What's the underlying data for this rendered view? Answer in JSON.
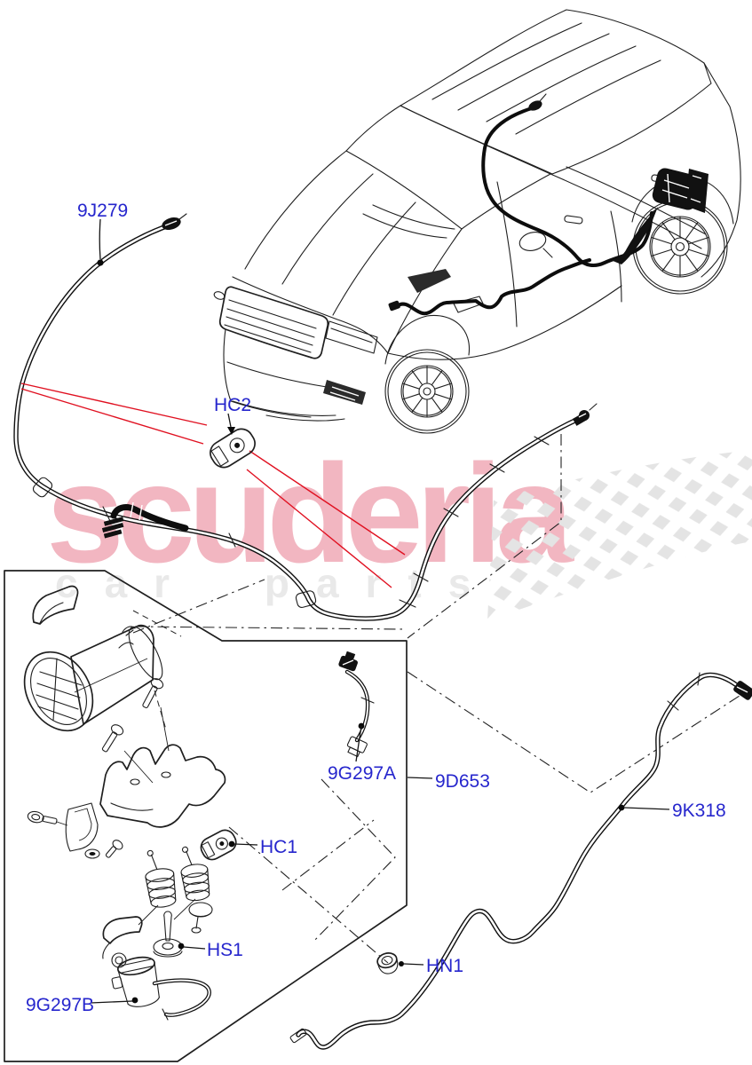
{
  "watermark": {
    "brand": "scuderia",
    "tagline": "car parts"
  },
  "part_labels": {
    "filler_pipe": "9J279",
    "clip_upper": "HC2",
    "vent_hose": "9G297A",
    "canister_assembly": "9D653",
    "vent_pipe": "9K318",
    "clip_lower": "HC1",
    "spigot": "HS1",
    "nut": "HN1",
    "separator": "9G297B"
  },
  "colors": {
    "label_blue": "#2626cd",
    "leader_red": "#e01020",
    "watermark_pink": "#f2b6c1",
    "watermark_gray": "#e9e9e9",
    "checker_gray": "#e4e4e4",
    "line_black": "#1f1f1f"
  }
}
